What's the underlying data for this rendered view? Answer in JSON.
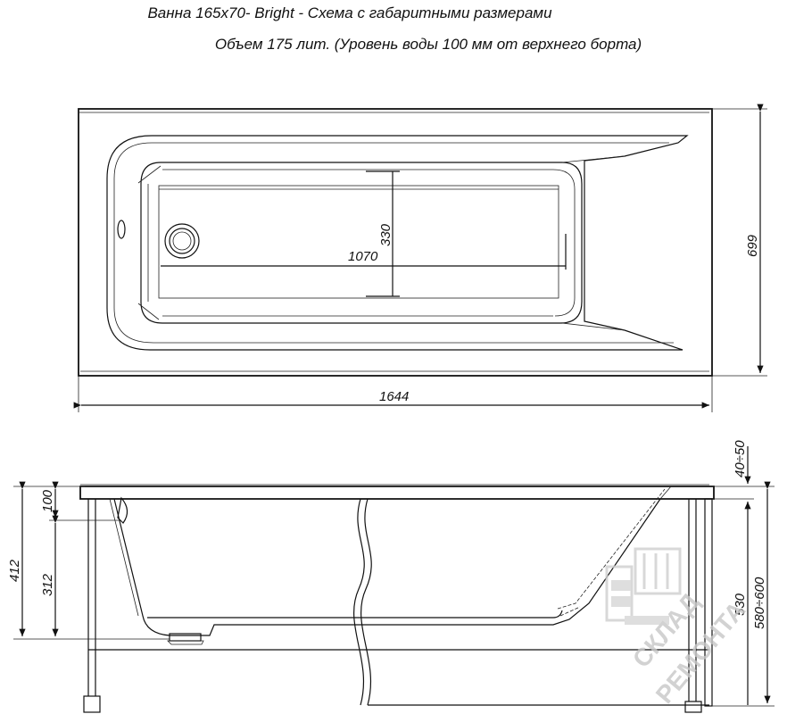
{
  "header": {
    "line1": "Ванна 165х70- Bright - Схема с габаритными размерами",
    "line2": "Объем 175 лит. (Уровень воды 100 мм от верхнего борта)"
  },
  "top_view": {
    "dim_inner_width": "330",
    "dim_inner_length": "1070",
    "dim_total_width": "699",
    "dim_total_length": "1644"
  },
  "side_view": {
    "dim_rim": "40÷50",
    "dim_water": "100",
    "dim_overflow": "312",
    "dim_depth": "412",
    "dim_apron": "530",
    "dim_height": "580÷600"
  },
  "watermark": {
    "line1": "СКЛАД",
    "line2": "РЕМОНТА"
  }
}
